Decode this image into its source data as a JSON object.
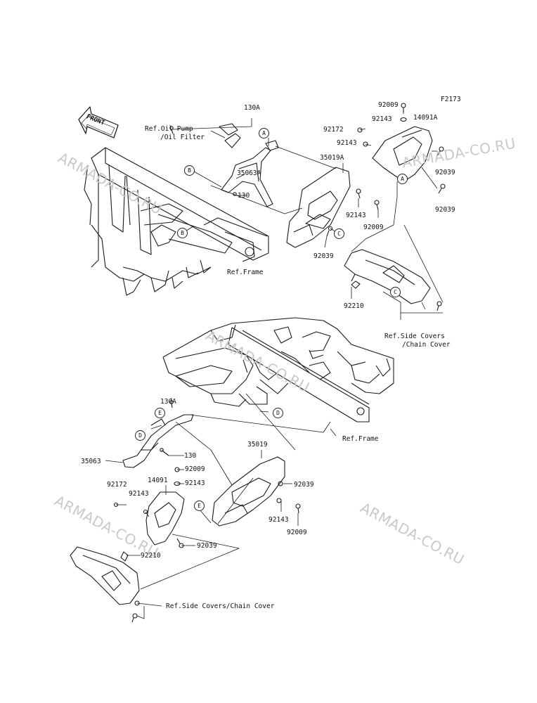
{
  "figure_code": "F2173",
  "front_label": "FRONT",
  "watermark": "ARMADA-CO.RU",
  "upper": {
    "ref_oil_pump_line1": "Ref.Oil Pump",
    "ref_oil_pump_line2": "/Oil Filter",
    "ref_frame": "Ref.Frame",
    "ref_side_line1": "Ref.Side Covers",
    "ref_side_line2": "/Chain Cover",
    "parts": {
      "p130A": "130A",
      "p130": "130",
      "p35063A": "35063A",
      "p35019A": "35019A",
      "p92039_c": "92039",
      "p92143_mid": "92143",
      "p92009_mid": "92009",
      "p92009_top": "92009",
      "p92143_top": "92143",
      "p14091A": "14091A",
      "p92172": "92172",
      "p92143_left": "92143",
      "p92039_r1": "92039",
      "p92039_r2": "92039",
      "p92210": "92210"
    },
    "callouts": {
      "a1": "A",
      "a2": "A",
      "b1": "B",
      "b2": "B",
      "c1": "C",
      "c2": "C"
    }
  },
  "lower": {
    "ref_frame": "Ref.Frame",
    "ref_side": "Ref.Side Covers/Chain Cover",
    "parts": {
      "p130A": "130A",
      "p130": "130",
      "p35063": "35063",
      "p35019": "35019",
      "p92009_top": "92009",
      "p92143_top": "92143",
      "p14091": "14091",
      "p92172": "92172",
      "p92143_left": "92143",
      "p92039_right": "92039",
      "p92143_right": "92143",
      "p92009_right": "92009",
      "p92039_bottom": "92039",
      "p92210": "92210"
    },
    "callouts": {
      "d1": "D",
      "d2": "D",
      "e1": "E",
      "e2": "E"
    }
  }
}
